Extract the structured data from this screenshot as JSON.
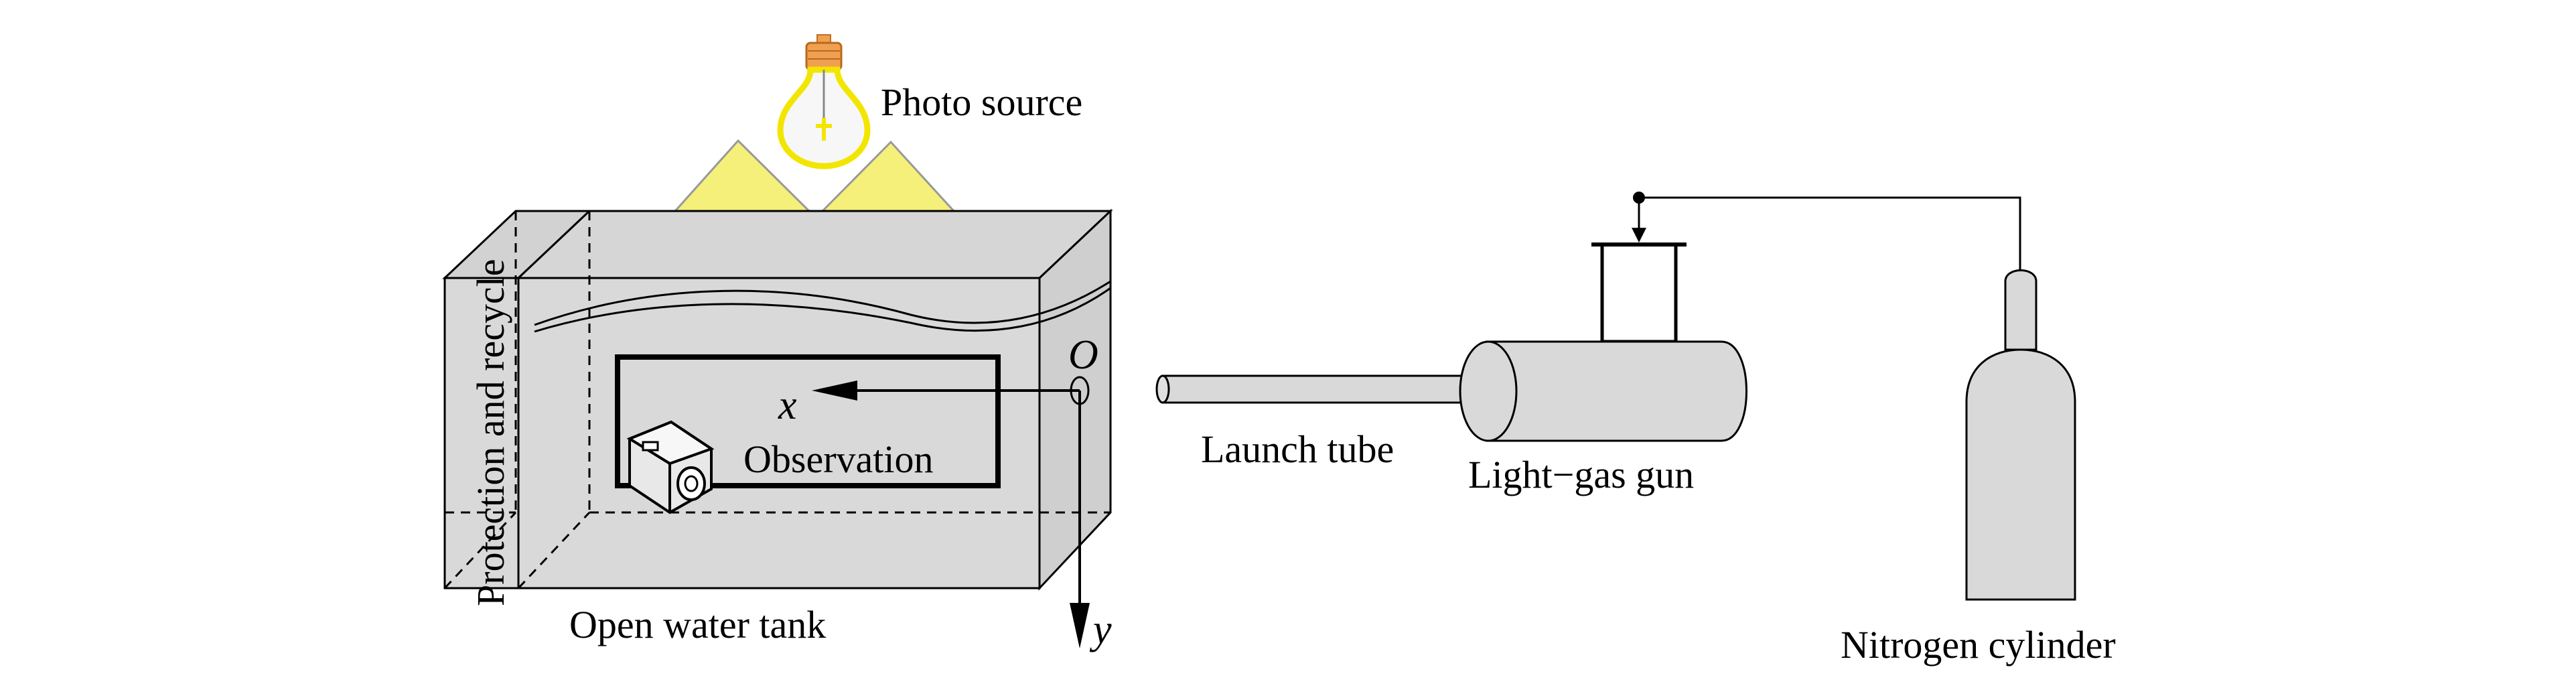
{
  "labels": {
    "photo_source": "Photo source",
    "protection": "Protection and recycle",
    "observation": "Observation",
    "open_water_tank": "Open water tank",
    "launch_tube": "Launch tube",
    "light_gas_gun": "Light−gas gun",
    "nitrogen_cylinder": "Nitrogen cylinder"
  },
  "axes": {
    "origin": "O",
    "x": "x",
    "y": "y"
  },
  "colors": {
    "tank_fill": "#d9d9d9",
    "gun_fill": "#d9d9d9",
    "light_fill": "#f5f07a",
    "bulb_outline": "#f2e600",
    "bulb_base": "#f0a050",
    "line": "#000000"
  },
  "icons": {
    "camera": "camera-icon",
    "bulb": "light-bulb-icon"
  }
}
